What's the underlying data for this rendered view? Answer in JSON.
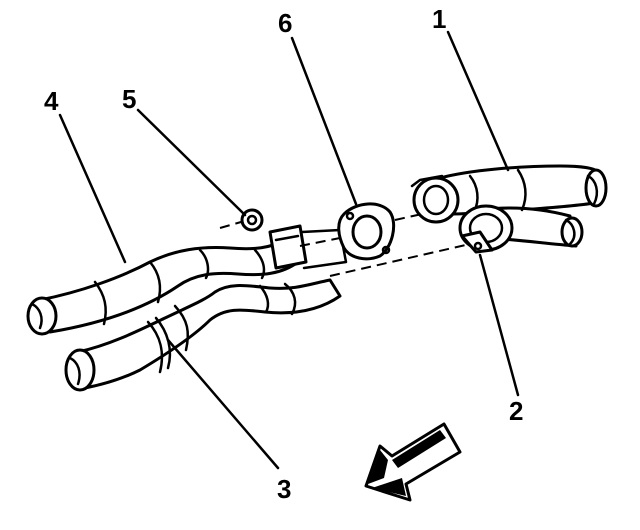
{
  "diagram": {
    "callouts": [
      {
        "id": "1",
        "label": "1",
        "part": "rear-muffler-assembly"
      },
      {
        "id": "2",
        "label": "2",
        "part": "clamp"
      },
      {
        "id": "3",
        "label": "3",
        "part": "exhaust-pipe"
      },
      {
        "id": "4",
        "label": "4",
        "part": "exhaust-pipe-left"
      },
      {
        "id": "5",
        "label": "5",
        "part": "nut"
      },
      {
        "id": "6",
        "label": "6",
        "part": "gasket"
      }
    ],
    "direction_arrow": "front-arrow-icon",
    "colors": {
      "line": "#000000",
      "background": "#ffffff"
    }
  }
}
